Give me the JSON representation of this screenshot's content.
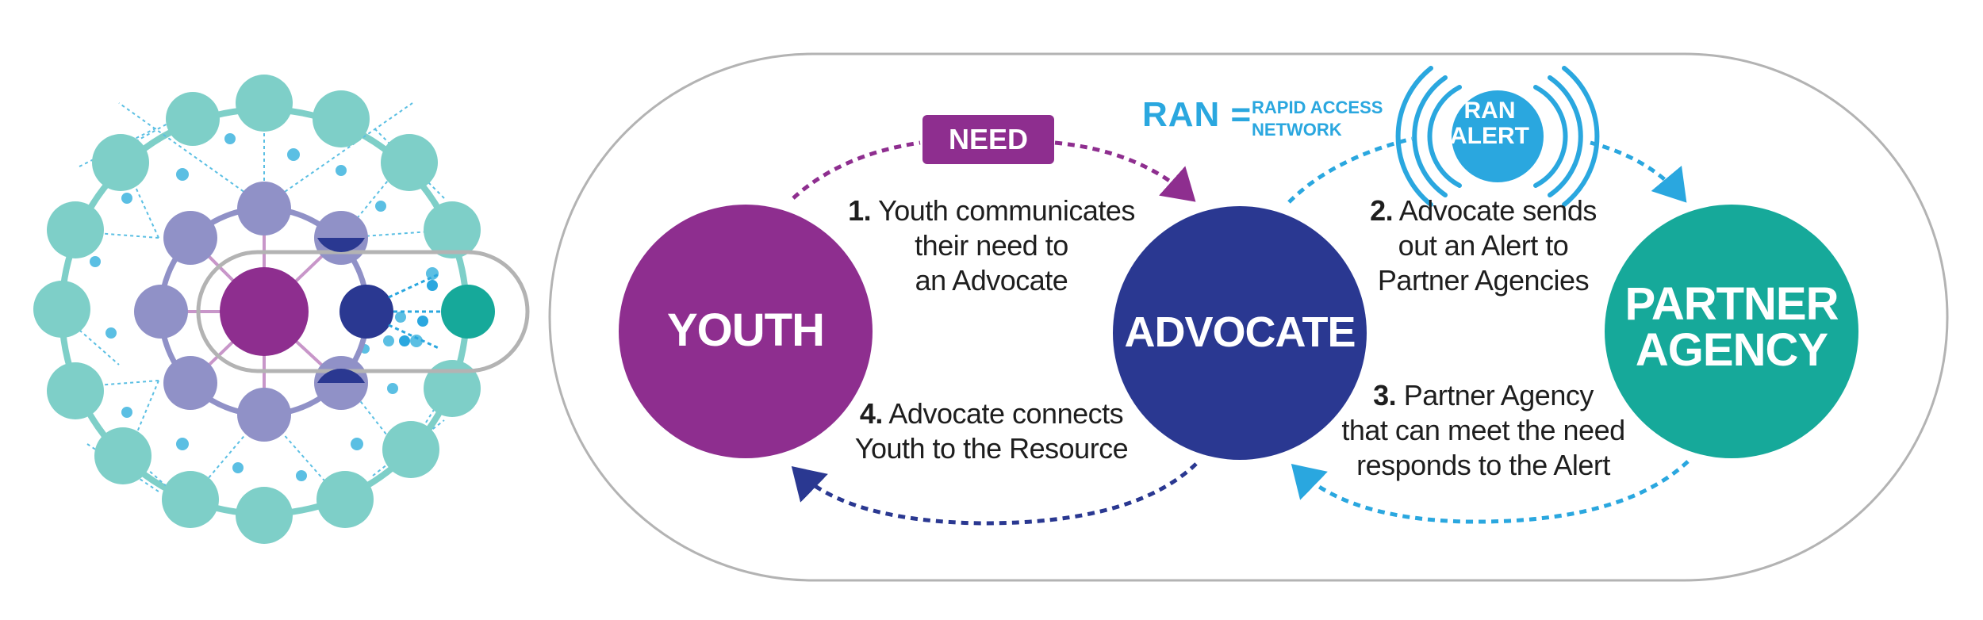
{
  "colors": {
    "youth": "#8e2e8f",
    "advocate": "#2a3891",
    "partner": "#16a99a",
    "ran_blue": "#2aa7df",
    "network_light": "#7ecfc8",
    "network_purple": "#9091c7",
    "outline": "#b3b3b3"
  },
  "nodes": {
    "youth": "YOUTH",
    "advocate": "ADVOCATE",
    "partner_line1": "PARTNER",
    "partner_line2": "AGENCY"
  },
  "need_label": "NEED",
  "ran": {
    "abbr": "RAN =",
    "full_line1": "RAPID ACCESS",
    "full_line2": "NETWORK",
    "alert_line1": "RAN",
    "alert_line2": "ALERT"
  },
  "steps": {
    "step1": {
      "num": "1.",
      "line1": "Youth communicates",
      "line2": "their need to",
      "line3": "an Advocate"
    },
    "step2": {
      "num": "2.",
      "line1": "Advocate sends",
      "line2": "out an Alert to",
      "line3": "Partner Agencies"
    },
    "step3": {
      "num": "3.",
      "line1": "Partner Agency",
      "line2": "that can meet the need",
      "line3": "responds to the Alert"
    },
    "step4": {
      "num": "4.",
      "line1": "Advocate connects",
      "line2": "Youth to the Resource"
    }
  },
  "icons": {
    "network": "network-cluster-icon",
    "signal": "broadcast-wave-icon",
    "arrow": "dashed-arrow-icon"
  }
}
